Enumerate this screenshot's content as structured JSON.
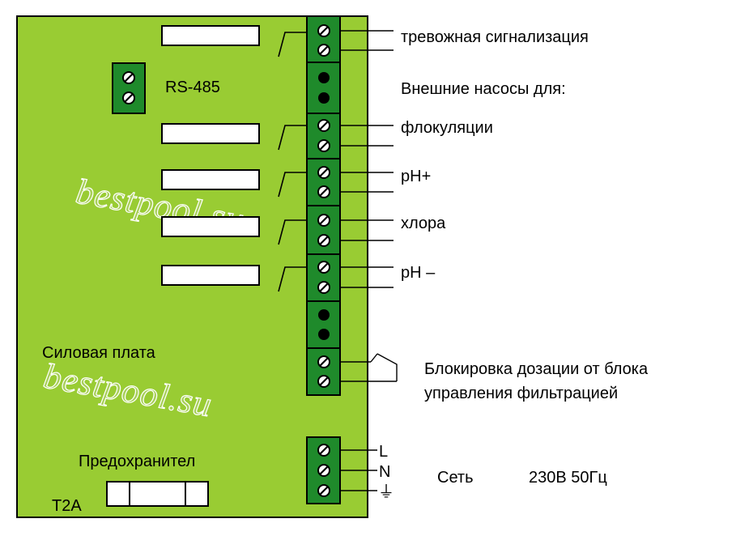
{
  "board": {
    "name": "Силовая плата",
    "fuse_label": "Предохранител",
    "fuse_rating": "T2A",
    "rs485_label": "RS-485",
    "watermark_1": "bestpool.su",
    "watermark_2": "bestpool.su"
  },
  "outputs": {
    "alarm": "тревожная сигнализация",
    "pumps_header": "Внешние насосы для:",
    "flocculation": "флокуляции",
    "ph_plus": "pH+",
    "chlorine": "хлора",
    "ph_minus": "pH –"
  },
  "interlock": {
    "line1": "Блокировка дозации от блока",
    "line2": "управления фильтрацией"
  },
  "mains": {
    "L": "L",
    "N": "N",
    "earth_symbol": "⏚",
    "label": "Сеть",
    "spec": "230В 50Гц"
  },
  "colors": {
    "board": "#99cc33",
    "terminal": "#1f8a2b",
    "outline": "#000000",
    "watermark": "#a8cf5a"
  }
}
